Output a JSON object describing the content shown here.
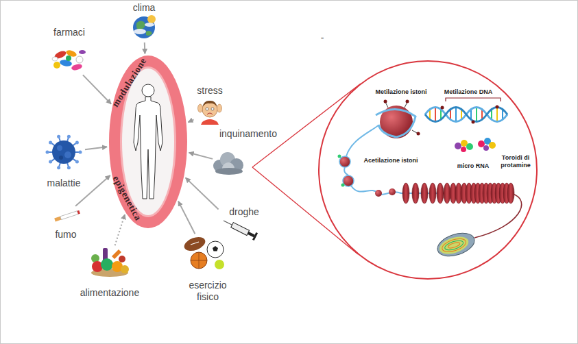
{
  "diagram": {
    "nodes": [
      {
        "text": [
          "clima"
        ]
      },
      {
        "text": [
          "farmaci"
        ]
      },
      {
        "text": [
          "stress"
        ]
      },
      {
        "text": [
          "modulazione",
          "epigenetica"
        ]
      },
      {
        "text": [
          "inquinamento"
        ]
      },
      {
        "text": [
          "malattie"
        ]
      },
      {
        "text": [
          "droghe"
        ]
      },
      {
        "text": [
          "fumo"
        ]
      },
      {
        "text": [
          "alimentazione"
        ]
      },
      {
        "text": [
          "esercizio fisico"
        ]
      },
      {
        "text": [
          "Metilazione istoni",
          "Metilazione DNA",
          "Acetilazione istoni",
          "micro RNA",
          "Toroidi di protamine"
        ]
      }
    ],
    "edges": [
      {
        "from": 0,
        "to": 3,
        "arrow": "to"
      },
      {
        "from": 1,
        "to": 3,
        "arrow": "to"
      },
      {
        "from": 2,
        "to": 3,
        "arrow": "to"
      },
      {
        "from": 4,
        "to": 3,
        "arrow": "to"
      },
      {
        "from": 5,
        "to": 3,
        "arrow": "to"
      },
      {
        "from": 6,
        "to": 3,
        "arrow": "to"
      },
      {
        "from": 7,
        "to": 3,
        "arrow": "to"
      },
      {
        "from": 8,
        "to": 3,
        "arrow": "to"
      },
      {
        "from": 9,
        "to": 3,
        "arrow": "to"
      }
    ],
    "labels": [
      "-"
    ]
  }
}
